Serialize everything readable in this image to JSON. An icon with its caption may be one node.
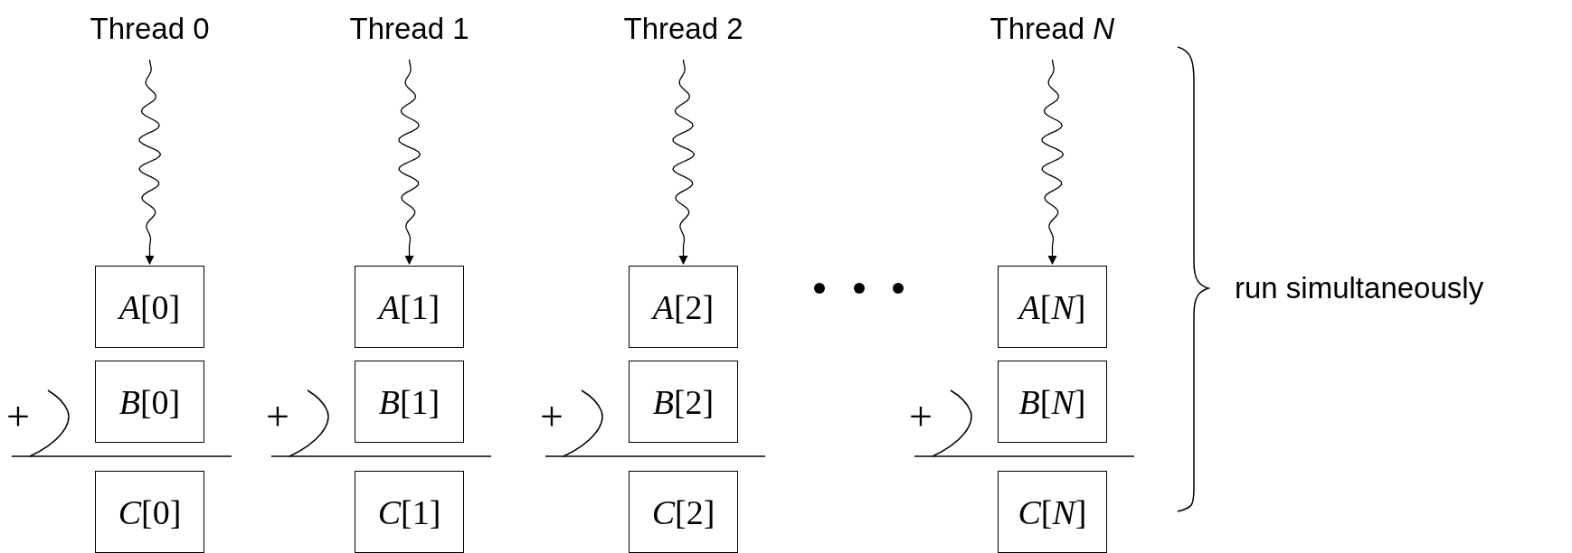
{
  "diagram": {
    "nodes": [
      {
        "text": [
          "Thread 0"
        ]
      },
      {
        "text": [
          "Thread 1"
        ]
      },
      {
        "text": [
          "Thread 2"
        ]
      },
      {
        "text": [
          "Thread *N*"
        ]
      },
      {
        "text": [
          "*A*[0]"
        ]
      },
      {
        "text": [
          "*A*[1]"
        ]
      },
      {
        "text": [
          "*A*[2]"
        ]
      },
      {
        "text": [
          "*A*[*N*]"
        ]
      },
      {
        "text": [
          "*B*[0]"
        ]
      },
      {
        "text": [
          "*B*[1]"
        ]
      },
      {
        "text": [
          "*B*[2]"
        ]
      },
      {
        "text": [
          "*B*[*N*]"
        ]
      },
      {
        "text": [
          "*C*[0]"
        ]
      },
      {
        "text": [
          "*C*[1]"
        ]
      },
      {
        "text": [
          "*C*[2]"
        ]
      },
      {
        "text": [
          "*C*[*N*]"
        ]
      }
    ],
    "edges": [
      {
        "from": 0,
        "to": 4,
        "arrow": "to"
      },
      {
        "from": 1,
        "to": 5,
        "arrow": "to"
      },
      {
        "from": 2,
        "to": 6,
        "arrow": "to"
      },
      {
        "from": 3,
        "to": 7,
        "arrow": "to"
      }
    ],
    "labels": [
      "+",
      "+",
      "+",
      "+",
      "run simultaneously"
    ]
  }
}
